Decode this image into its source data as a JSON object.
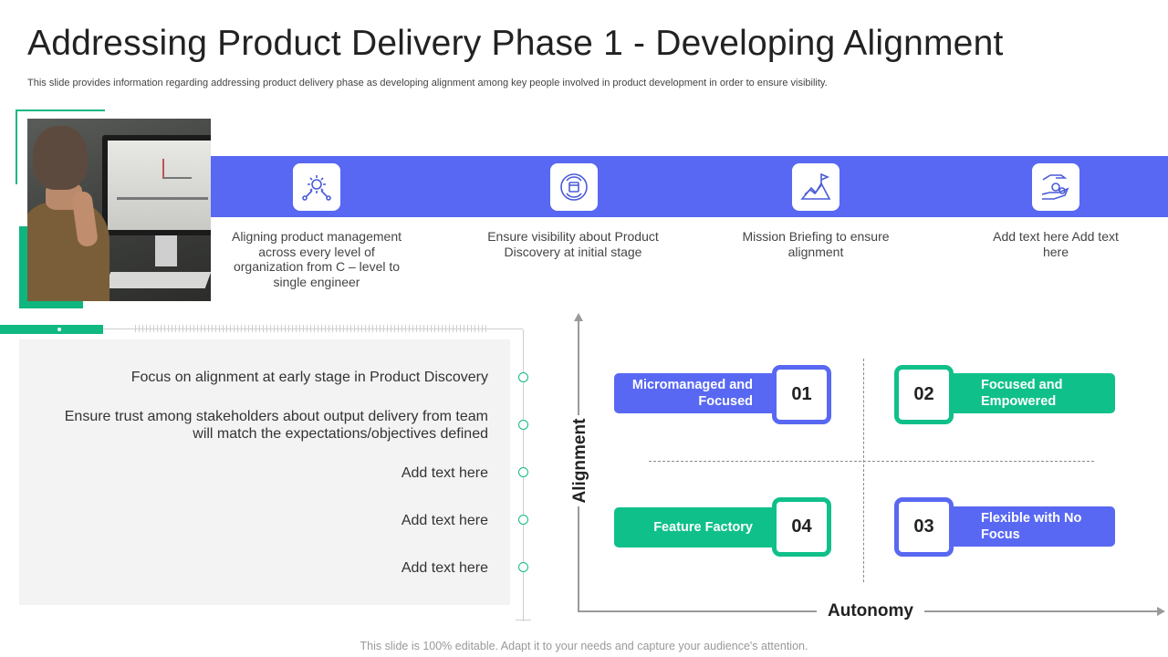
{
  "header": {
    "title": "Addressing Product Delivery Phase 1 - Developing Alignment",
    "subtitle": "This slide provides information regarding addressing product delivery phase as developing alignment among key people involved in product development in order to ensure visibility."
  },
  "colors": {
    "blue": "#5868f2",
    "green": "#10c08a"
  },
  "steps": [
    {
      "icon": "gear-wrench-icon",
      "text": "Aligning product management across every level of organization from C – level to single engineer"
    },
    {
      "icon": "target-cycle-icon",
      "text": "Ensure visibility about Product Discovery at initial stage"
    },
    {
      "icon": "mountain-flag-icon",
      "text": "Mission Briefing to ensure alignment"
    },
    {
      "icon": "hand-gears-icon",
      "text": "Add text here Add text here"
    }
  ],
  "points": [
    "Focus on alignment at early stage in Product Discovery",
    "Ensure trust among stakeholders about output delivery from team will match the expectations/objectives defined",
    "Add text here",
    "Add text here",
    "Add text here"
  ],
  "matrix": {
    "x_axis": "Autonomy",
    "y_axis": "Alignment",
    "quadrants": [
      {
        "number": "01",
        "label": "Micromanaged and Focused",
        "color": "blue"
      },
      {
        "number": "02",
        "label": "Focused and Empowered",
        "color": "green"
      },
      {
        "number": "03",
        "label": "Flexible with No Focus",
        "color": "blue"
      },
      {
        "number": "04",
        "label": "Feature Factory",
        "color": "green"
      }
    ]
  },
  "footer": "This slide is 100% editable. Adapt it to your needs and capture your audience's attention."
}
